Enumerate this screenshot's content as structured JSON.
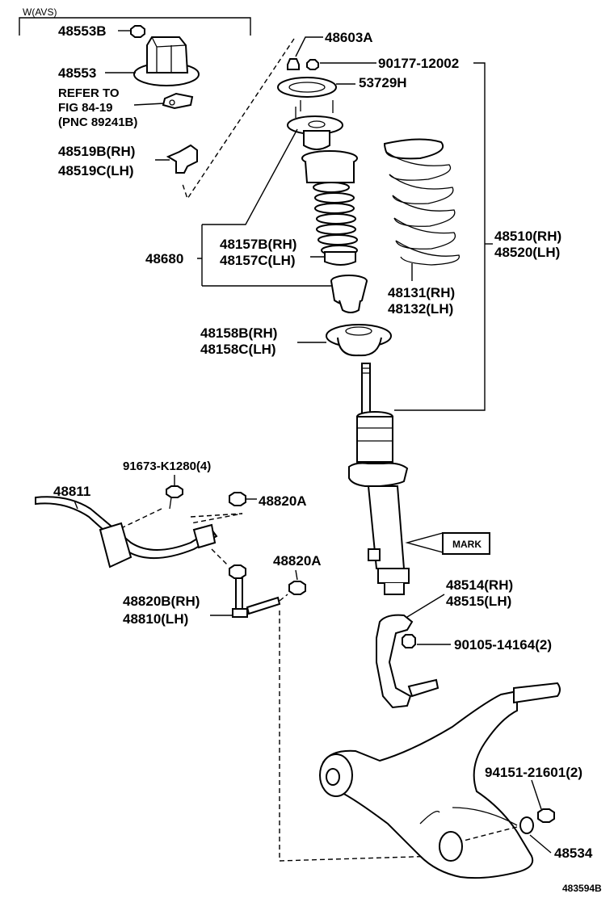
{
  "header": {
    "variant": "W(AVS)"
  },
  "labels": {
    "p48553B": "48553B",
    "p48553": "48553",
    "refer1": "REFER TO",
    "refer2": "FIG 84-19",
    "refer3": "(PNC 89241B)",
    "p48519B": "48519B(RH)",
    "p48519C": "48519C(LH)",
    "p48603A": "48603A",
    "p90177": "90177-12002",
    "p53729H": "53729H",
    "p48680": "48680",
    "p48157B": "48157B(RH)",
    "p48157C": "48157C(LH)",
    "p48131": "48131(RH)",
    "p48132": "48132(LH)",
    "p48510": "48510(RH)",
    "p48520": "48520(LH)",
    "p48158B": "48158B(RH)",
    "p48158C": "48158C(LH)",
    "mark": "MARK",
    "p91673": "91673-K1280(4)",
    "p48811": "48811",
    "p48820A_1": "48820A",
    "p48820A_2": "48820A",
    "p48820B": "48820B(RH)",
    "p48810": "48810(LH)",
    "p48514": "48514(RH)",
    "p48515": "48515(LH)",
    "p90105": "90105-14164(2)",
    "p94151": "94151-21601(2)",
    "p48534": "48534",
    "figure_id": "483594B"
  }
}
